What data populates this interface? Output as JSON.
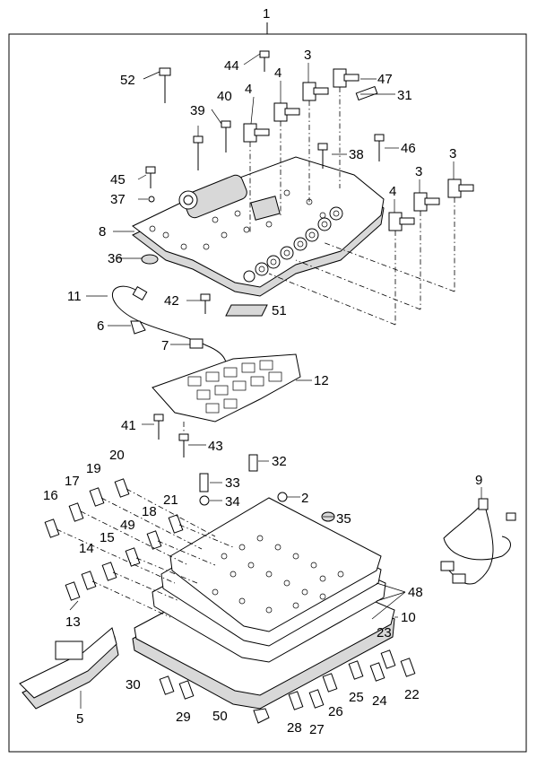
{
  "labels": {
    "l1": "1",
    "l2": "2",
    "l3a": "3",
    "l3b": "3",
    "l3c": "3",
    "l4a": "4",
    "l4b": "4",
    "l4c": "4",
    "l5": "5",
    "l6": "6",
    "l7": "7",
    "l8": "8",
    "l9": "9",
    "l10": "10",
    "l11": "11",
    "l12": "12",
    "l13": "13",
    "l14": "14",
    "l15": "15",
    "l16": "16",
    "l17": "17",
    "l18": "18",
    "l19": "19",
    "l20": "20",
    "l21": "21",
    "l22": "22",
    "l23": "23",
    "l24": "24",
    "l25": "25",
    "l26": "26",
    "l27": "27",
    "l28": "28",
    "l29": "29",
    "l30": "30",
    "l31": "31",
    "l32": "32",
    "l33": "33",
    "l34": "34",
    "l35": "35",
    "l36": "36",
    "l37": "37",
    "l38": "38",
    "l39": "39",
    "l40": "40",
    "l41": "41",
    "l42": "42",
    "l43": "43",
    "l44": "44",
    "l45": "45",
    "l46": "46",
    "l47": "47",
    "l48": "48",
    "l49": "49",
    "l50": "50",
    "l51": "51",
    "l52": "52"
  }
}
